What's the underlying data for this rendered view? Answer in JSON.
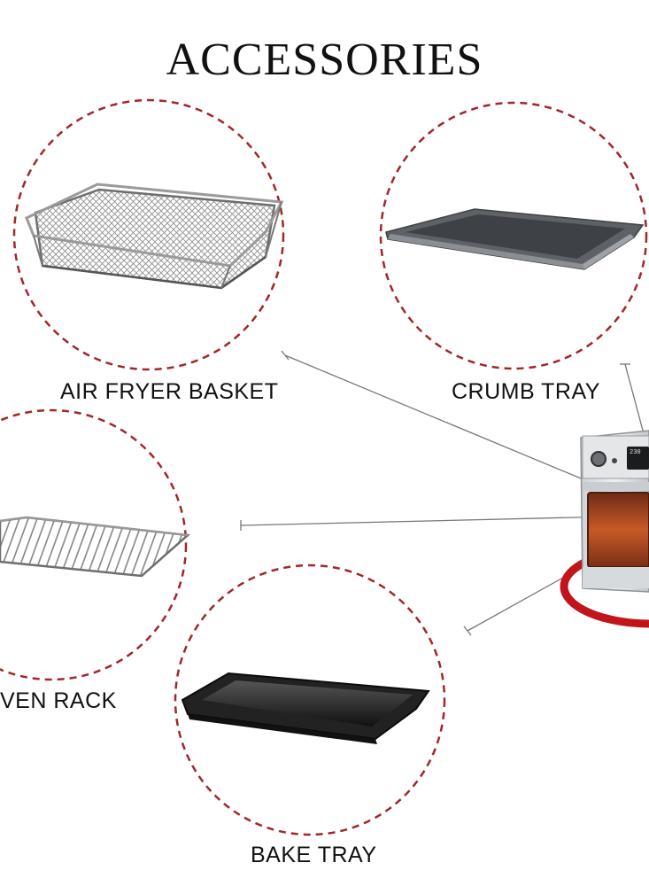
{
  "page": {
    "title": "ACCESSORIES",
    "accent_color": "#a32628"
  },
  "accessories": [
    {
      "label": "AIR FRYER BASKET",
      "image_icon": "wire-mesh-basket"
    },
    {
      "label": "CRUMB TRAY",
      "image_icon": "flat-crumb-tray"
    },
    {
      "label": "VEN RACK",
      "image_icon": "wire-oven-rack"
    },
    {
      "label": "BAKE TRAY",
      "image_icon": "black-baking-tray"
    }
  ],
  "appliance": {
    "display_text": "230",
    "image_icon": "air-fryer-oven"
  }
}
